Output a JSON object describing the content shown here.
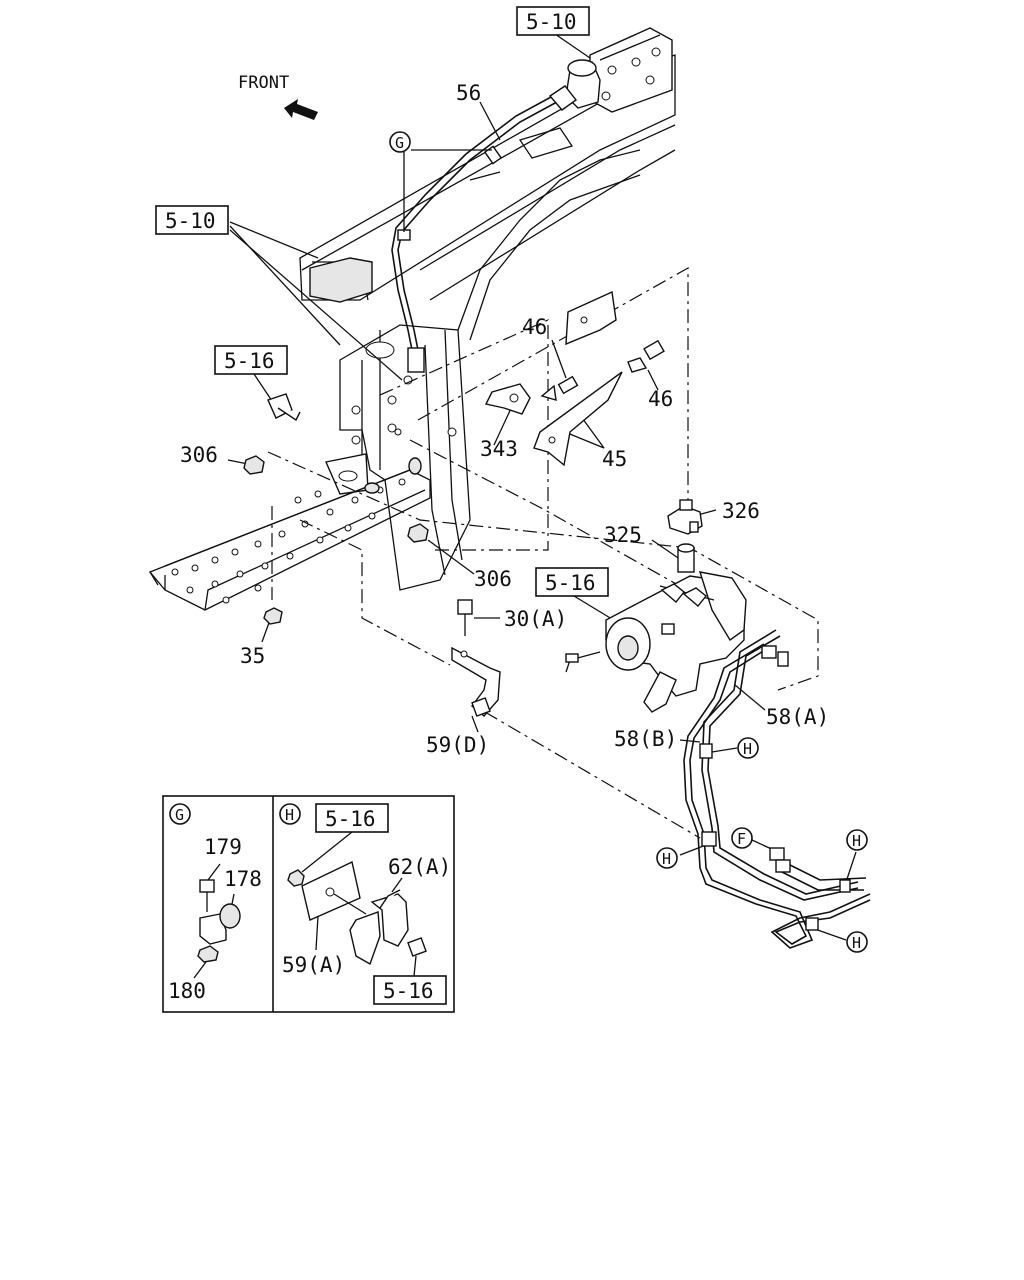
{
  "orientation": {
    "label": "FRONT"
  },
  "refs": {
    "r510_top": "5-10",
    "r510_left": "5-10",
    "r516_left": "5-16",
    "r516_pump": "5-16",
    "r516_inset_top": "5-16",
    "r516_inset_bottom": "5-16"
  },
  "parts": {
    "p56": "56",
    "p46_a": "46",
    "p46_b": "46",
    "p343": "343",
    "p45": "45",
    "p306_a": "306",
    "p306_b": "306",
    "p326": "326",
    "p325": "325",
    "p30a": "30(A)",
    "p35": "35",
    "p59d": "59(D)",
    "p58a": "58(A)",
    "p58b": "58(B)",
    "p179": "179",
    "p178": "178",
    "p180": "180",
    "p62a": "62(A)",
    "p59a": "59(A)"
  },
  "markers": {
    "g_main": "G",
    "h1": "H",
    "h2": "H",
    "h3": "H",
    "h4": "H",
    "f1": "F",
    "inset_g": "G",
    "inset_h": "H"
  }
}
